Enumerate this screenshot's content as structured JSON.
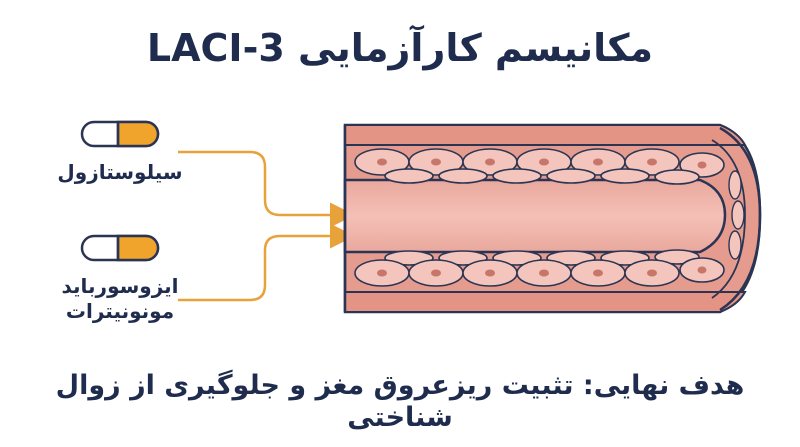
{
  "title": "مکانیسم کارآزمایی LACI-3",
  "drugs": [
    {
      "label_lines": [
        "سیلوستازول"
      ],
      "icon": "capsule-icon"
    },
    {
      "label_lines": [
        "ایزوسوربايد",
        "مونونیترات"
      ],
      "icon": "capsule-icon"
    }
  ],
  "goal": "هدف نهایی: تثبیت ریزعروق مغز و جلوگیری از زوال شناختی",
  "colors": {
    "text": "#1f2c4d",
    "arrow": "#e8a23a",
    "capsule_orange": "#f0a42c",
    "vessel_wall": "#eda89a",
    "lumen": "#f0b6ad",
    "cell_fill": "#f3c5bd",
    "outline": "#2b3553"
  }
}
